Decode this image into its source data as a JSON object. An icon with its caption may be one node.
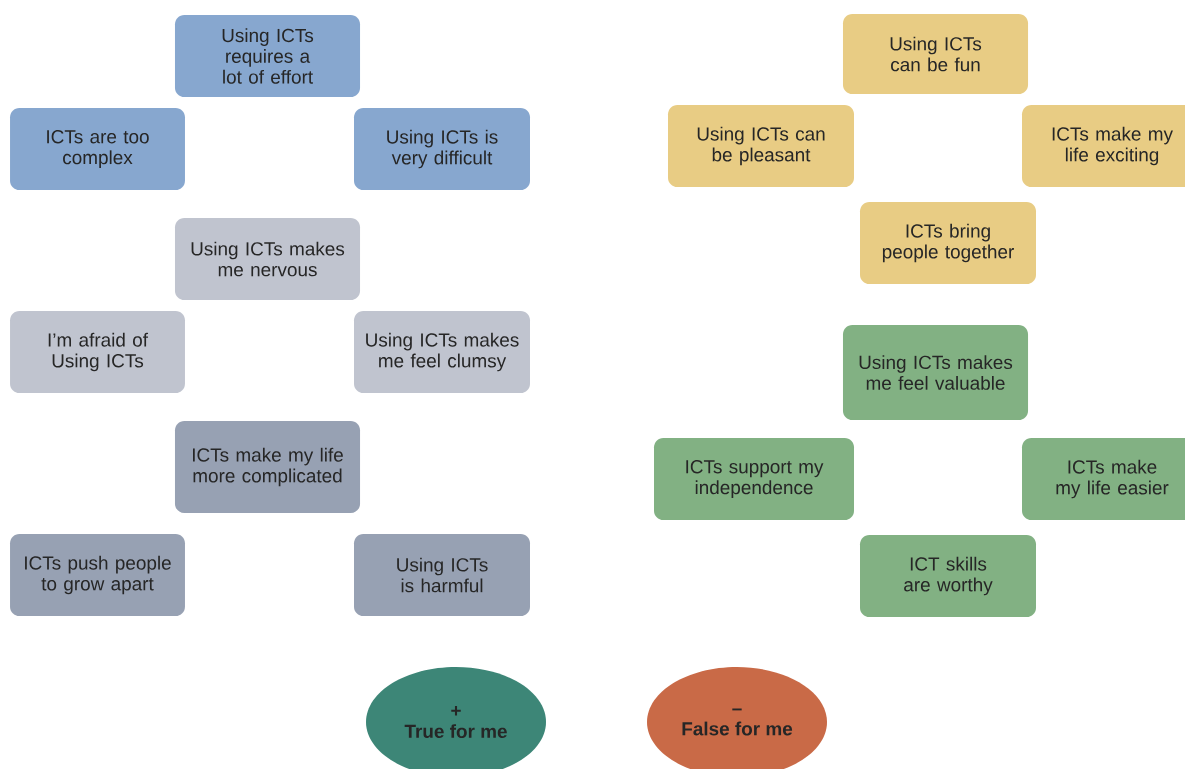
{
  "diagram": {
    "nodes": [
      {
        "text": [
          "Using ICTs requires a lot of effort"
        ]
      },
      {
        "text": [
          "ICTs are too complex"
        ]
      },
      {
        "text": [
          "Using ICTs is very difficult"
        ]
      },
      {
        "text": [
          "Using ICTs makes me nervous"
        ]
      },
      {
        "text": [
          "I’m afraid of Using ICTs"
        ]
      },
      {
        "text": [
          "Using ICTs makes me feel clumsy"
        ]
      },
      {
        "text": [
          "ICTs make my life more complicated"
        ]
      },
      {
        "text": [
          "ICTs push people to grow apart"
        ]
      },
      {
        "text": [
          "Using ICTs is harmful"
        ]
      },
      {
        "text": [
          "Using ICTs can be fun"
        ]
      },
      {
        "text": [
          "Using ICTs can be pleasant"
        ]
      },
      {
        "text": [
          "ICTs make my life exciting"
        ]
      },
      {
        "text": [
          "ICTs bring people together"
        ]
      },
      {
        "text": [
          "Using ICTs makes me feel valuable"
        ]
      },
      {
        "text": [
          "ICTs support my independence"
        ]
      },
      {
        "text": [
          "ICTs make my life easier"
        ]
      },
      {
        "text": [
          "ICT skills are worthy"
        ]
      },
      {
        "text": [
          "+",
          "True for me"
        ]
      },
      {
        "text": [
          "–",
          "False for me"
        ]
      }
    ]
  }
}
